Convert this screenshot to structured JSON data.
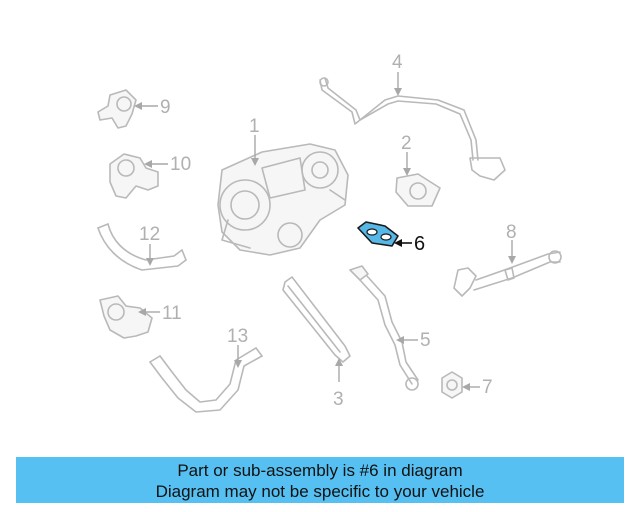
{
  "callouts": [
    "1",
    "2",
    "3",
    "4",
    "5",
    "6",
    "7",
    "8",
    "9",
    "10",
    "11",
    "12",
    "13"
  ],
  "highlight_color": "#56b8e6",
  "caption": {
    "line1": "Part or sub-assembly is #6 in diagram",
    "line2": "Diagram may not be specific to your vehicle",
    "background": "#56c0f2"
  }
}
